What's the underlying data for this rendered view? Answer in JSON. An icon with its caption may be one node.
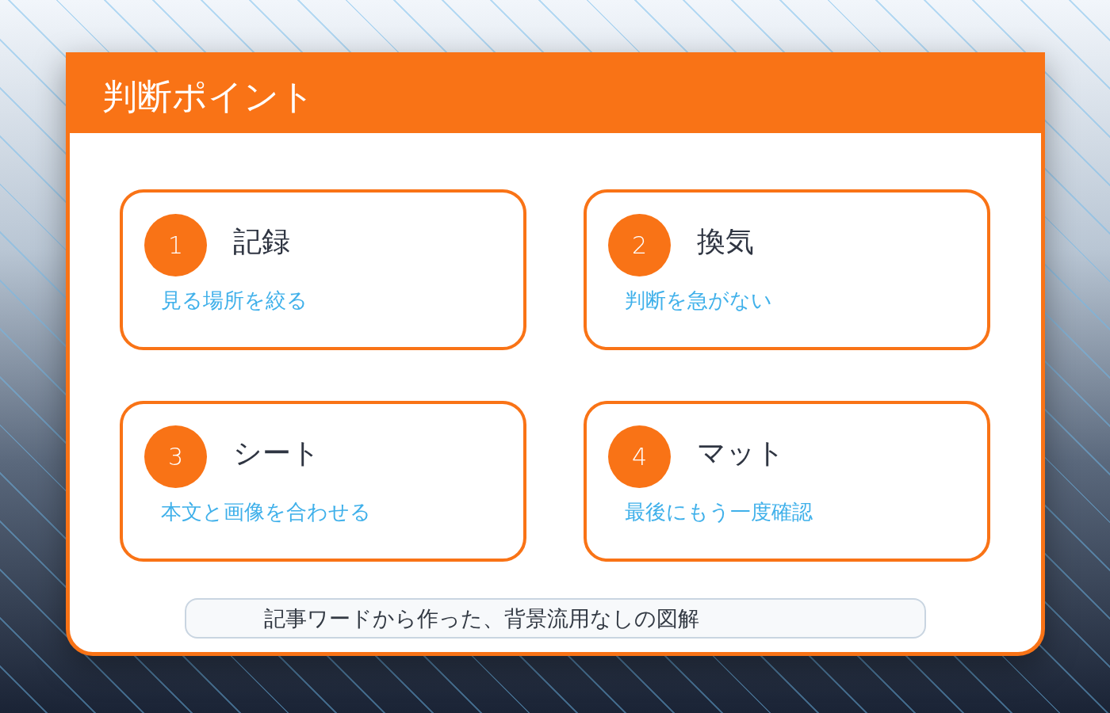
{
  "diagram": {
    "nodes": [
      {
        "text": [
          "判断ポイント"
        ]
      },
      {
        "text": [
          "記録",
          "見る場所を絞る"
        ],
        "in": 0
      },
      {
        "text": [
          "1"
        ],
        "in": 1
      },
      {
        "text": [
          "換気",
          "判断を急がない"
        ],
        "in": 0
      },
      {
        "text": [
          "2"
        ],
        "in": 3
      },
      {
        "text": [
          "シート",
          "本文と画像を合わせる"
        ],
        "in": 0
      },
      {
        "text": [
          "3"
        ],
        "in": 5
      },
      {
        "text": [
          "マット",
          "最後にもう一度確認"
        ],
        "in": 0
      },
      {
        "text": [
          "4"
        ],
        "in": 7
      },
      {
        "text": [
          "記事ワードから作った、背景流用なしの図解"
        ],
        "in": 0
      }
    ]
  }
}
